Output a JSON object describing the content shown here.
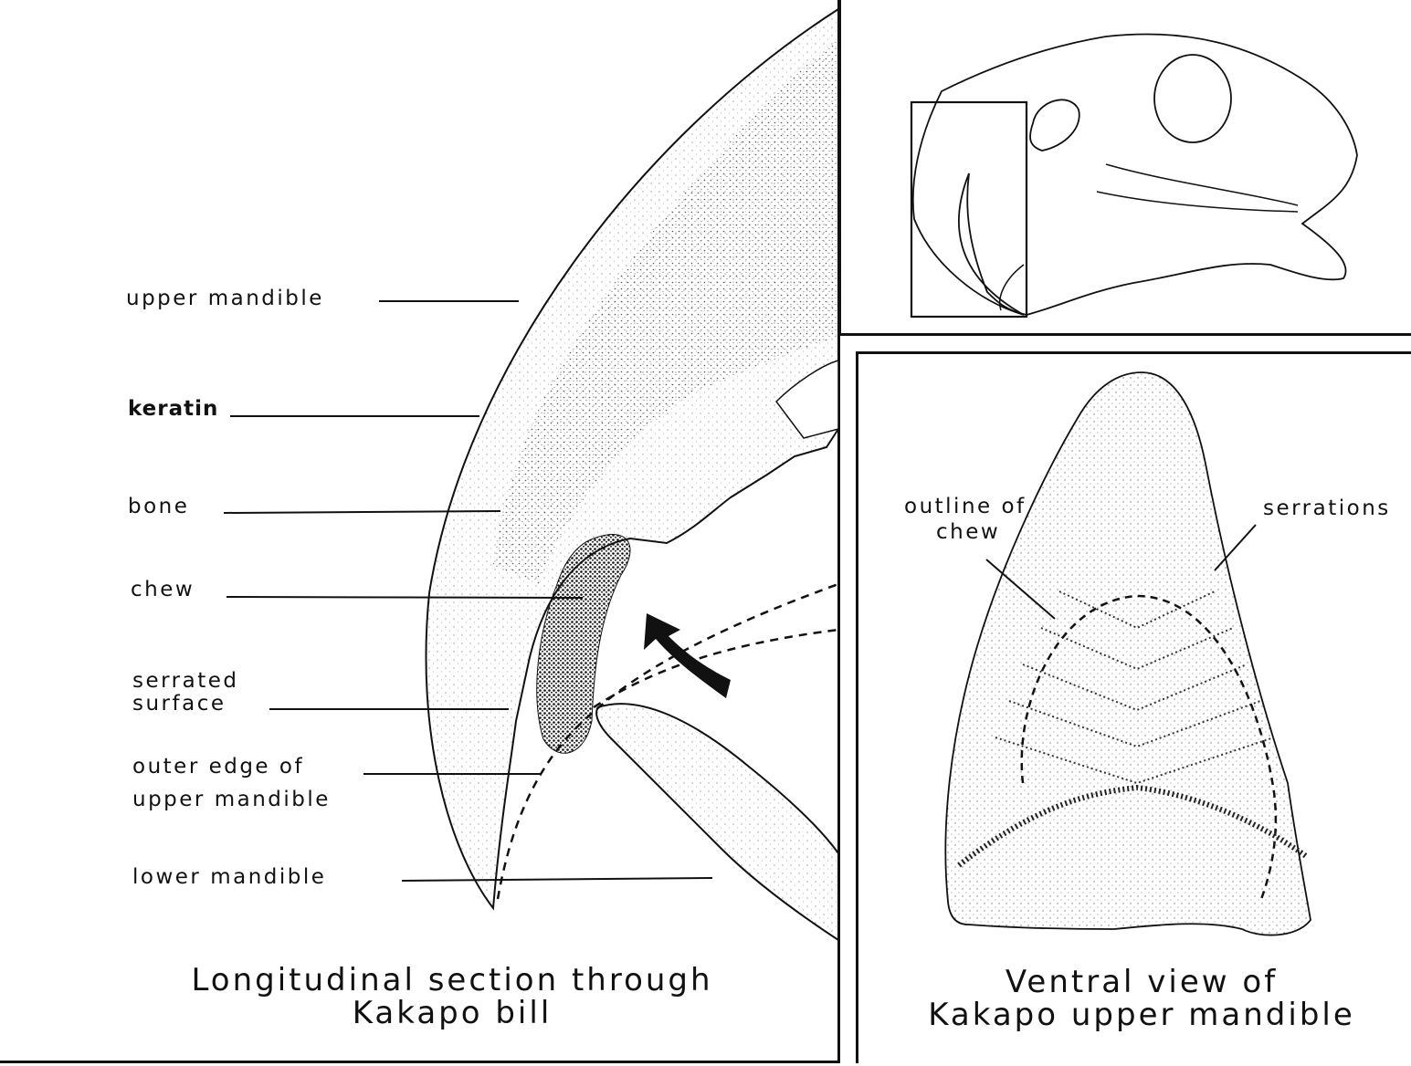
{
  "left": {
    "labels": {
      "upper_mandible": "upper mandible",
      "keratin": "keratin",
      "bone": "bone",
      "chew": "chew",
      "serrated": "serrated",
      "surface": "surface",
      "outer_edge_of": "outer edge of",
      "outer_upper_mandible": "upper mandible",
      "lower_mandible": "lower mandible"
    },
    "title_line1": "Longitudinal section through",
    "title_line2": "Kakapo bill"
  },
  "right": {
    "labels": {
      "outline_of": "outline of",
      "chew": "chew",
      "serrations": "serrations"
    },
    "title_line1": "Ventral view of",
    "title_line2": "Kakapo upper mandible"
  }
}
